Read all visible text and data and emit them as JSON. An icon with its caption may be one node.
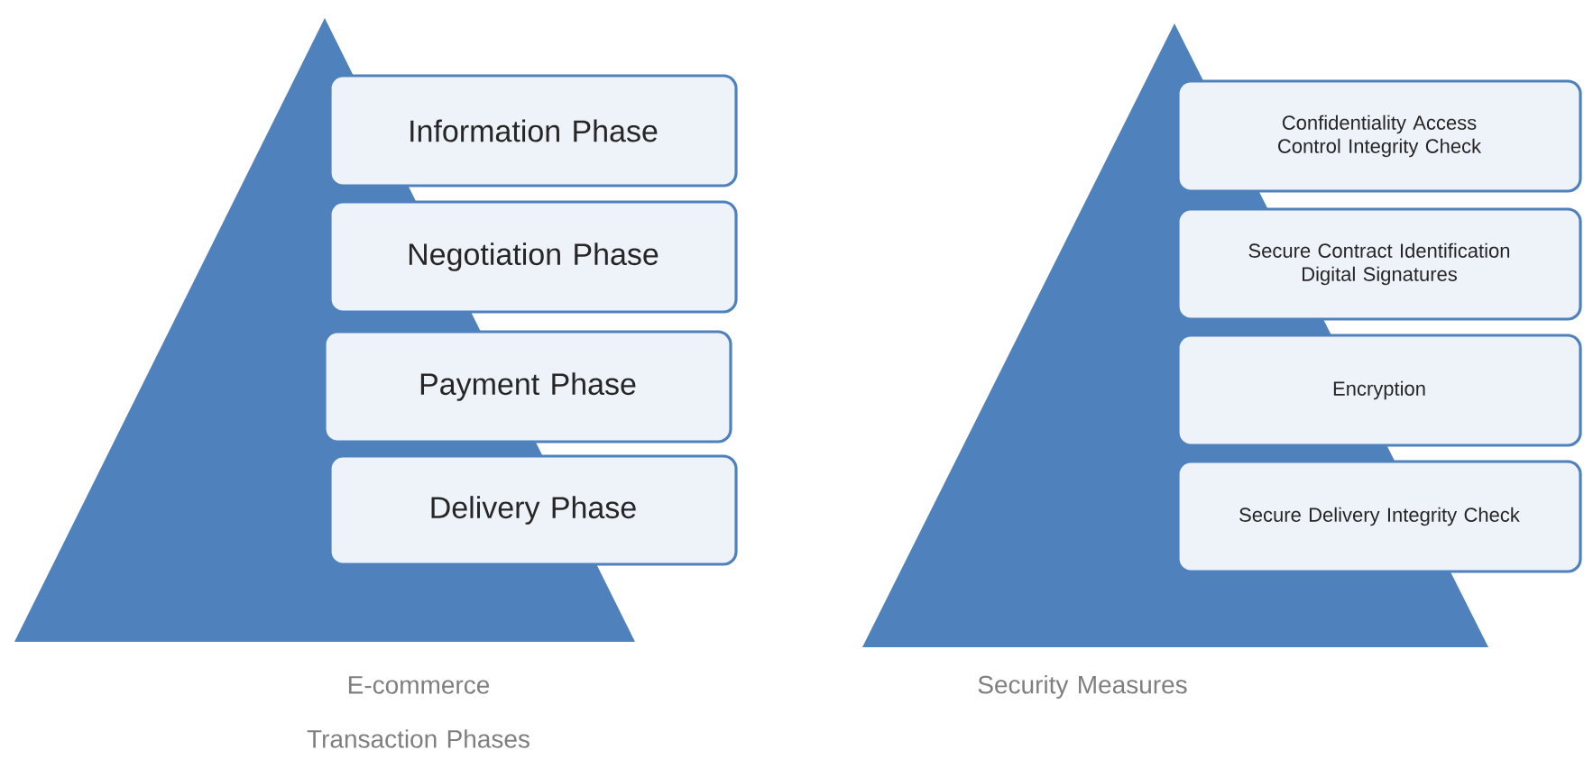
{
  "diagram": {
    "nodes": [
      {
        "text": [
          "Information Phase"
        ]
      },
      {
        "text": [
          "Negotiation Phase"
        ]
      },
      {
        "text": [
          "Payment Phase"
        ]
      },
      {
        "text": [
          "Delivery Phase"
        ]
      },
      {
        "text": [
          "Confidentiality Access Control Integrity Check"
        ]
      },
      {
        "text": [
          "Secure Contract Identification Digital Signatures"
        ]
      },
      {
        "text": [
          "Encryption"
        ]
      },
      {
        "text": [
          "Secure Delivery Integrity Check"
        ]
      }
    ],
    "labels": [
      "E-commerce Transaction Phases",
      "Security Measures"
    ]
  }
}
